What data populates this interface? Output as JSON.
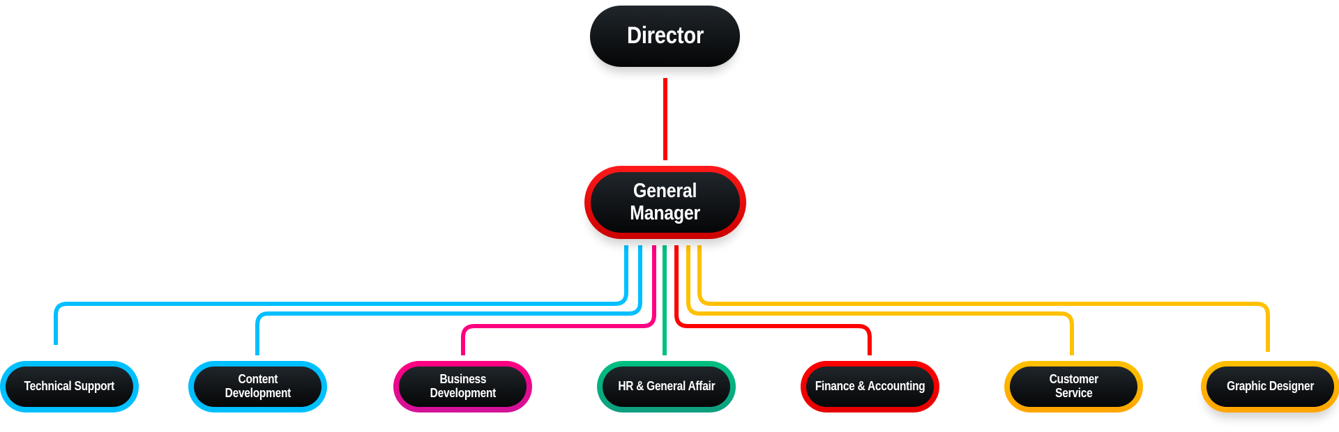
{
  "chart": {
    "title_node": {
      "label": "Director"
    },
    "manager_node": {
      "label": "General\nManager",
      "color": "#ff0000"
    },
    "departments": [
      {
        "label": "Technical Support",
        "color": "#00bfff",
        "border": "#00bfff"
      },
      {
        "label": "Content\nDevelopment",
        "color": "#00bfff",
        "border": "#00bfff"
      },
      {
        "label": "Business\nDevelopment",
        "color": "#ff0080",
        "border": "#d1139a"
      },
      {
        "label": "HR & General Affair",
        "color": "#00c080",
        "border": "#0f9e80"
      },
      {
        "label": "Finance & Accounting",
        "color": "#ff0000",
        "border": "#e60000"
      },
      {
        "label": "Customer\nService",
        "color": "#ffc000",
        "border": "#ffa500"
      },
      {
        "label": "Graphic Designer",
        "color": "#ffc000",
        "border": "#ffa500"
      }
    ],
    "director_line_color": "#ff0000"
  }
}
